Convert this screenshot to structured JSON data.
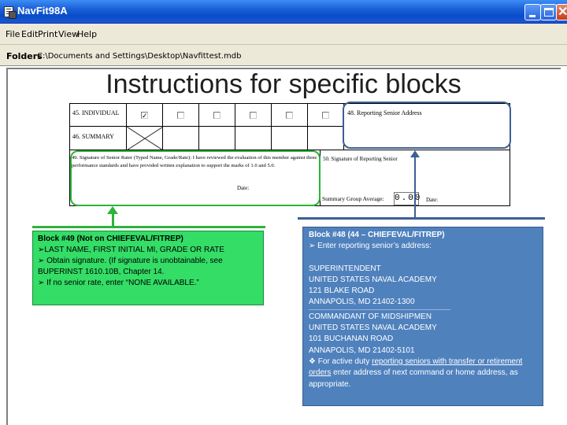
{
  "window": {
    "title": "NavFit98A"
  },
  "menu": [
    "File",
    "Edit",
    "Print",
    "View",
    "Help"
  ],
  "folders": {
    "label": "Folders",
    "path": "C:\\Documents and Settings\\Desktop\\Navfittest.mdb"
  },
  "slide_title": "Instructions for specific blocks",
  "form": {
    "row45_label": "45. INDIVIDUAL",
    "row46_label": "46. SUMMARY",
    "block48_label": "48. Reporting Senior Address",
    "block49_text": "49. Signature of Senior Rater (Typed Name, Grade/Rate): I have reviewed the evaluation of this member against three performance standards and have provided written explanation to support the marks of 1.0 and 5.0.",
    "block49_date": "Date:",
    "block50_label": "50. Signature of Reporting Senior",
    "summary_avg_label": "Summary Group Average:",
    "summary_avg_value": "0.00",
    "block50_date": "Date:",
    "checked_mark": "✓"
  },
  "callout_green": {
    "title": "Block #49 (Not on CHIEFEVAL/FITREP)",
    "line1": "➢LAST NAME, FIRST INITIAL MI, GRADE OR RATE",
    "line2": "➢ Obtain signature.  (If signature is unobtainable, see BUPERINST 1610.10B, Chapter 14.",
    "line3": "➢ If no senior rate, enter “NONE AVAILABLE.”"
  },
  "callout_blue": {
    "title": "Block #48 (44 – CHIEFEVAL/FITREP)",
    "intro": "➢  Enter reporting senior’s address:",
    "addr1": [
      "SUPERINTENDENT",
      "UNITED STATES NAVAL ACADEMY",
      "121 BLAKE ROAD",
      "ANNAPOLIS, MD 21402-1300"
    ],
    "addr2": [
      "COMMANDANT OF MIDSHIPMEN",
      "UNITED STATES NAVAL ACADEMY",
      "101 BUCHANAN ROAD",
      "ANNAPOLIS, MD 21402-5101"
    ],
    "note_prefix": "❖  For active duty ",
    "note_link": "reporting seniors with transfer or retirement orders",
    "note_suffix": " enter address of next command or home address, as appropriate."
  },
  "colors": {
    "green_highlight": "#2eb33a",
    "blue_highlight": "#3c5f95",
    "green_callout": "#33dd66",
    "blue_callout": "#4f81bd",
    "titlebar": "#0a4cc8"
  },
  "icons": {
    "app": "navfit-app-icon",
    "minimize": "minimize-icon",
    "maximize": "maximize-icon",
    "close": "close-icon"
  }
}
